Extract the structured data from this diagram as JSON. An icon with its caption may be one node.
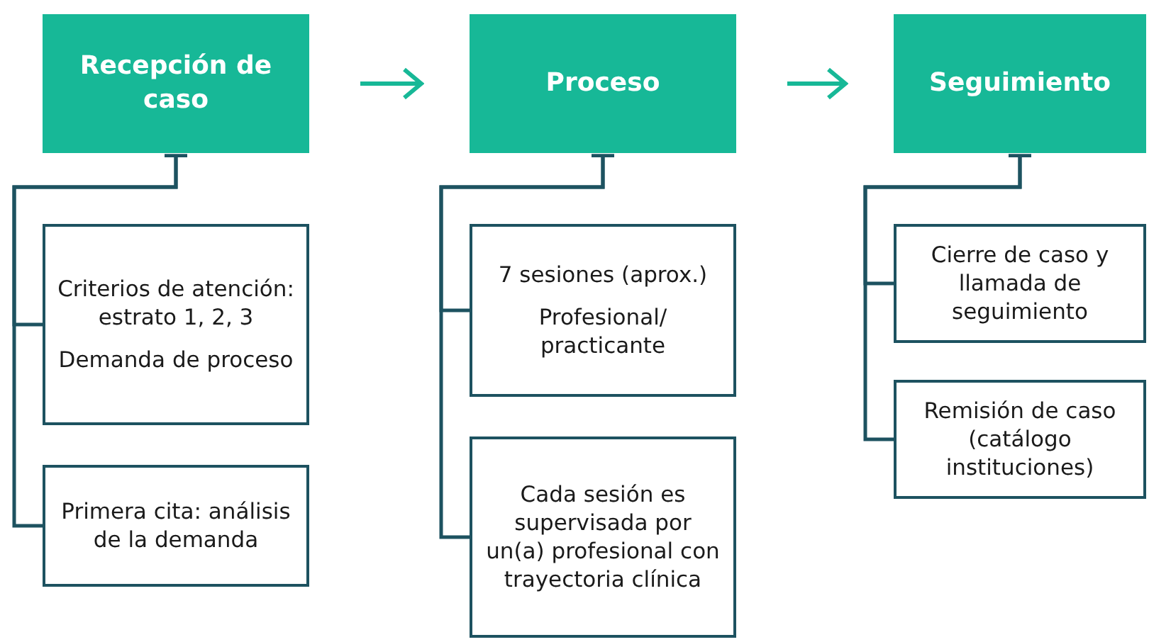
{
  "diagram": {
    "nodes": [
      {
        "text": [
          "Recepción de caso"
        ]
      },
      {
        "text": [
          "Criterios de atención: estrato 1, 2, 3",
          "Demanda de proceso"
        ]
      },
      {
        "text": [
          "Primera cita: análisis de la demanda"
        ]
      },
      {
        "text": [
          "Proceso"
        ]
      },
      {
        "text": [
          "7 sesiones (aprox.)",
          "Profesional/ practicante"
        ]
      },
      {
        "text": [
          "Cada sesión es supervisada por un(a) profesional con trayectoria clínica"
        ]
      },
      {
        "text": [
          "Seguimiento"
        ]
      },
      {
        "text": [
          "Cierre de caso y llamada de seguimiento"
        ]
      },
      {
        "text": [
          "Remisión de caso (catálogo instituciones)"
        ]
      }
    ],
    "edges": [
      {
        "from": 0,
        "to": 3,
        "arrow": "to",
        "color": "#17b897"
      },
      {
        "from": 3,
        "to": 6,
        "arrow": "to",
        "color": "#17b897"
      },
      {
        "from": 0,
        "to": 1,
        "arrow": "other"
      },
      {
        "from": 0,
        "to": 2,
        "arrow": "other"
      },
      {
        "from": 3,
        "to": 4,
        "arrow": "other"
      },
      {
        "from": 3,
        "to": 5,
        "arrow": "other"
      },
      {
        "from": 6,
        "to": 7,
        "arrow": "other"
      },
      {
        "from": 6,
        "to": 8,
        "arrow": "other"
      }
    ]
  }
}
